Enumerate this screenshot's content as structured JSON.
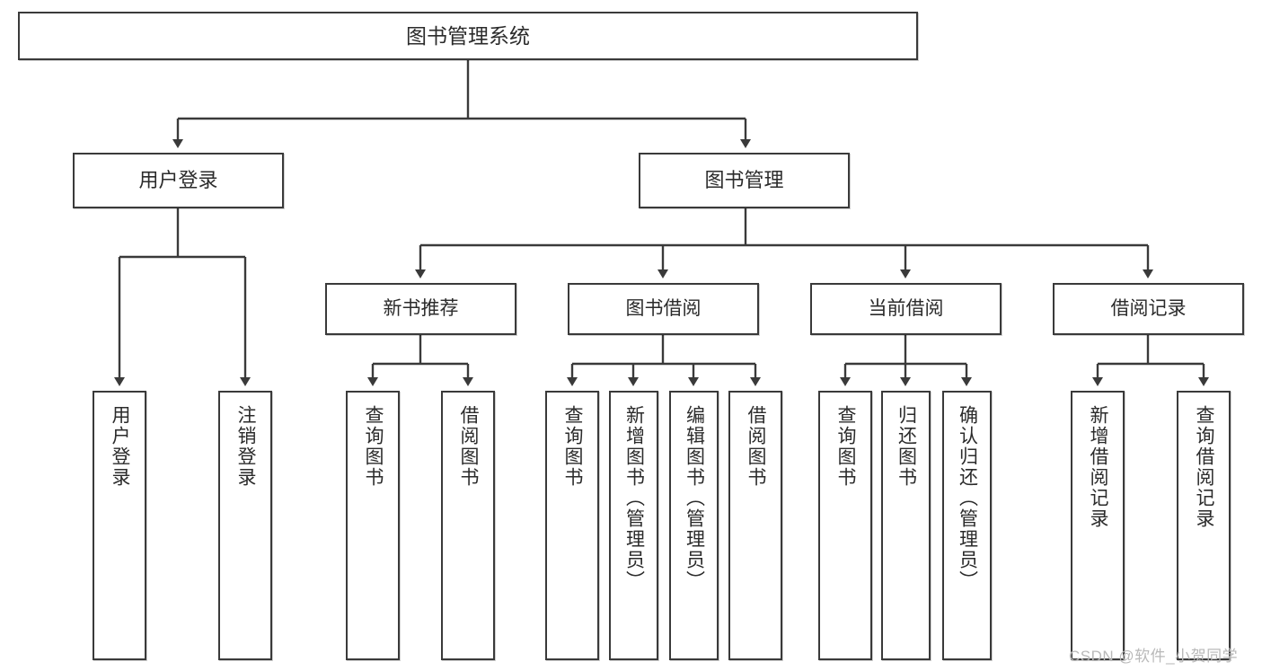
{
  "diagram": {
    "type": "tree-hierarchy",
    "title": "图书管理系统",
    "root": {
      "label": "图书管理系统"
    },
    "level1": [
      {
        "label": "用户登录"
      },
      {
        "label": "图书管理"
      }
    ],
    "level2": [
      {
        "label": "新书推荐"
      },
      {
        "label": "图书借阅"
      },
      {
        "label": "当前借阅"
      },
      {
        "label": "借阅记录"
      }
    ],
    "leaves": [
      {
        "label": "用户登录",
        "parent": "用户登录"
      },
      {
        "label": "注销登录",
        "parent": "用户登录"
      },
      {
        "label": "查询图书",
        "parent": "新书推荐"
      },
      {
        "label": "借阅图书",
        "parent": "新书推荐"
      },
      {
        "label": "查询图书",
        "parent": "图书借阅"
      },
      {
        "label": "新增图书（管理员）",
        "parent": "图书借阅"
      },
      {
        "label": "编辑图书（管理员）",
        "parent": "图书借阅"
      },
      {
        "label": "借阅图书",
        "parent": "图书借阅"
      },
      {
        "label": "查询图书",
        "parent": "当前借阅"
      },
      {
        "label": "归还图书",
        "parent": "当前借阅"
      },
      {
        "label": "确认归还（管理员）",
        "parent": "当前借阅"
      },
      {
        "label": "新增借阅记录",
        "parent": "借阅记录"
      },
      {
        "label": "查询借阅记录",
        "parent": "借阅记录"
      }
    ],
    "watermark": "CSDN @软件_小贺同学",
    "colors": {
      "stroke": "#3a3a3a",
      "fill": "#ffffff",
      "text": "#2b2b2b",
      "watermark": "#b9b9b9"
    }
  }
}
